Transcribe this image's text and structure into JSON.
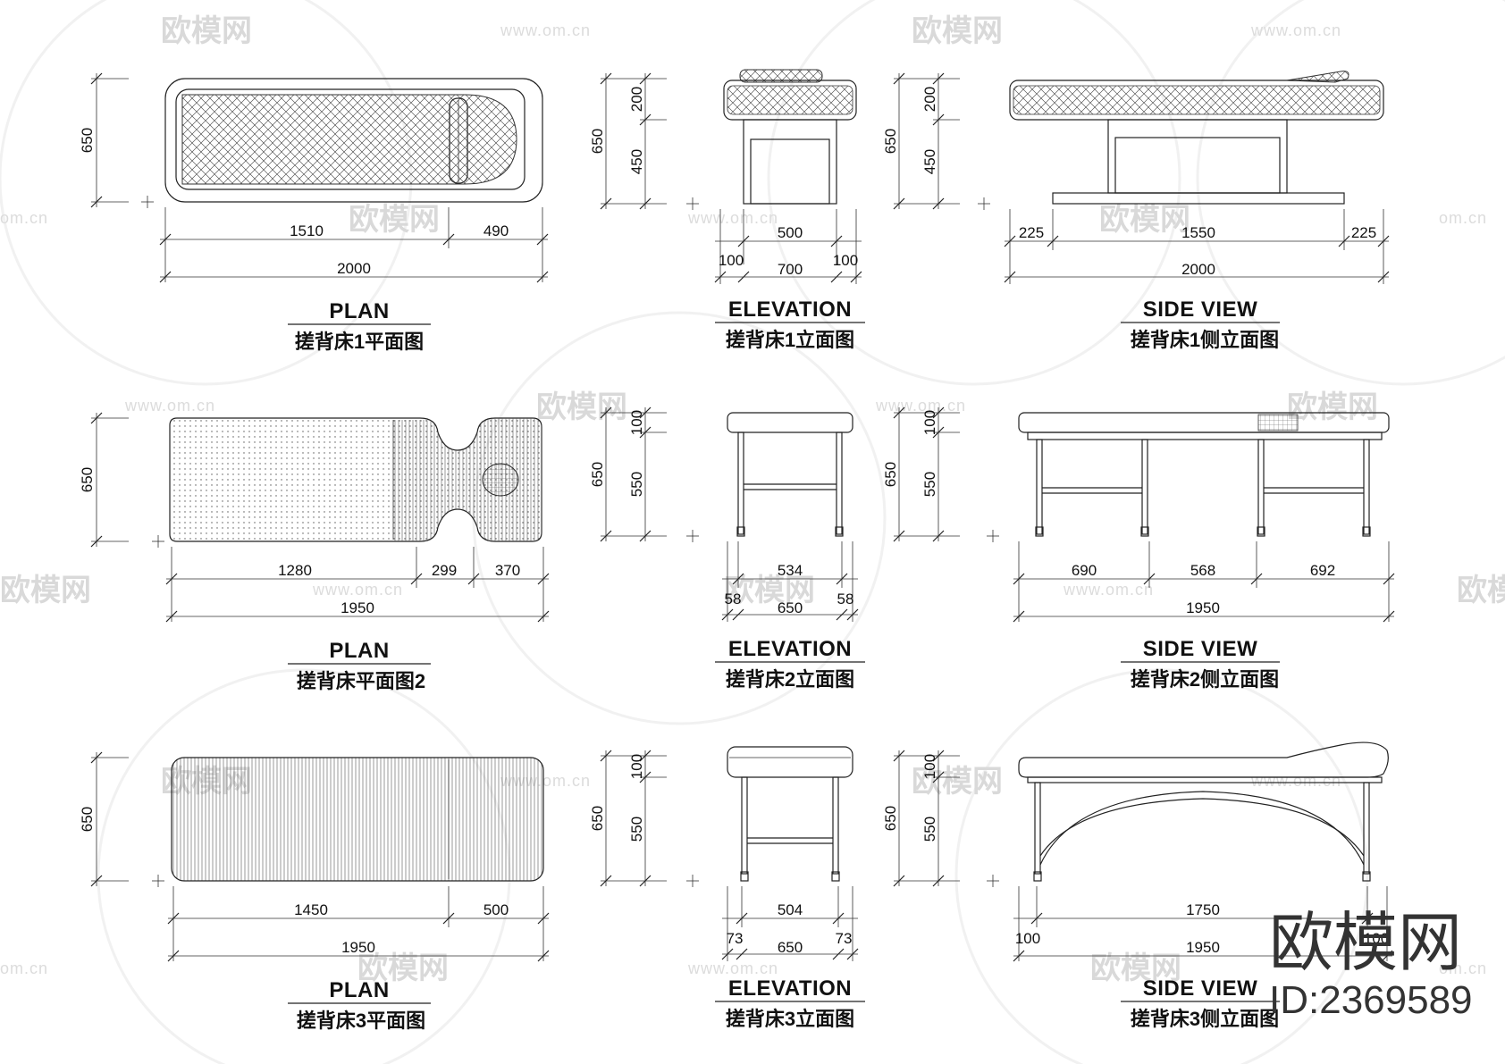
{
  "watermark": {
    "logo": "欧模网",
    "url": "www.om.cn",
    "url_cut": "om.cn",
    "brand_big": "欧模网",
    "id": "ID:2369589"
  },
  "row1": {
    "plan": {
      "title_en": "PLAN",
      "title_cn": "搓背床1平面图",
      "dims": {
        "h": "650",
        "a": "1510",
        "b": "490",
        "total": "2000"
      }
    },
    "elev": {
      "title_en": "ELEVATION",
      "title_cn": "搓背床1立面图",
      "dims": {
        "h": "650",
        "h1": "200",
        "h2": "450",
        "mid": "500",
        "l": "100",
        "c": "700",
        "r": "100"
      }
    },
    "side": {
      "title_en": "SIDE VIEW",
      "title_cn": "搓背床1侧立面图",
      "dims": {
        "h": "650",
        "h1": "200",
        "h2": "450",
        "a": "225",
        "b": "1550",
        "c": "225",
        "total": "2000"
      }
    }
  },
  "row2": {
    "plan": {
      "title_en": "PLAN",
      "title_cn": "搓背床平面图2",
      "dims": {
        "h": "650",
        "a": "1280",
        "b": "299",
        "c": "370",
        "total": "1950"
      }
    },
    "elev": {
      "title_en": "ELEVATION",
      "title_cn": "搓背床2立面图",
      "dims": {
        "h": "650",
        "h1": "100",
        "h2": "550",
        "mid": "534",
        "l": "58",
        "c": "650",
        "r": "58"
      }
    },
    "side": {
      "title_en": "SIDE VIEW",
      "title_cn": "搓背床2侧立面图",
      "dims": {
        "h": "650",
        "h1": "100",
        "h2": "550",
        "a": "690",
        "b": "568",
        "c": "692",
        "total": "1950"
      }
    }
  },
  "row3": {
    "plan": {
      "title_en": "PLAN",
      "title_cn": "搓背床3平面图",
      "dims": {
        "h": "650",
        "a": "1450",
        "b": "500",
        "total": "1950"
      }
    },
    "elev": {
      "title_en": "ELEVATION",
      "title_cn": "搓背床3立面图",
      "dims": {
        "h": "650",
        "h1": "100",
        "h2": "550",
        "mid": "504",
        "l": "73",
        "c": "650",
        "r": "73"
      }
    },
    "side": {
      "title_en": "SIDE VIEW",
      "title_cn": "搓背床3侧立面图",
      "dims": {
        "h": "650",
        "h1": "100",
        "h2": "550",
        "mid": "1750",
        "l": "100",
        "r": "100",
        "total": "1950"
      }
    }
  }
}
